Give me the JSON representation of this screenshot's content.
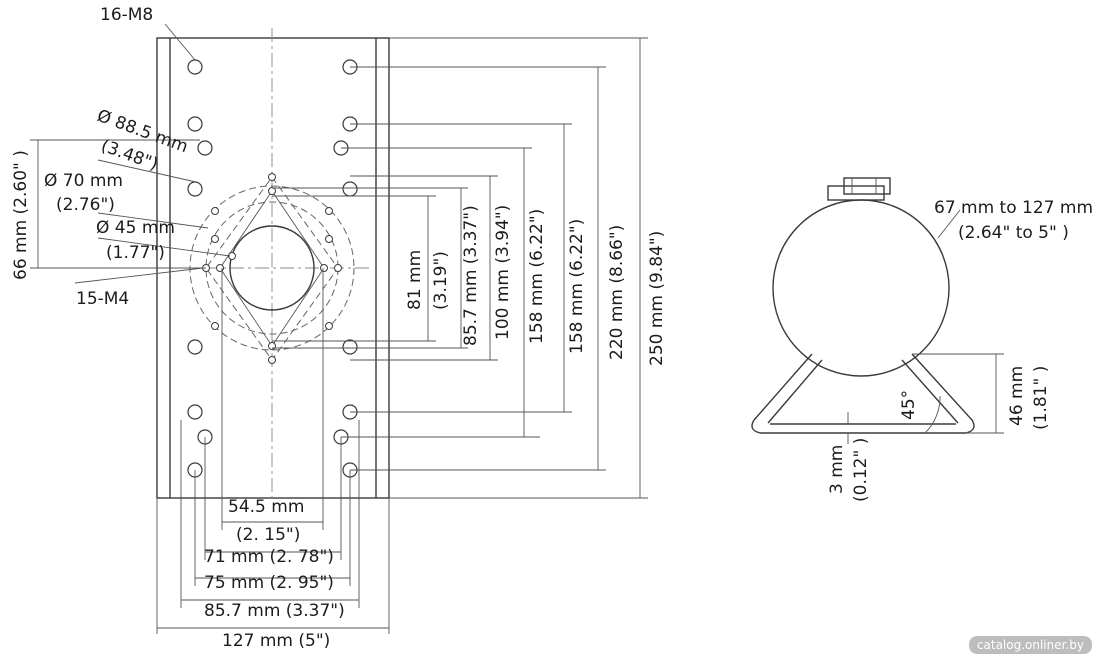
{
  "labels": {
    "holes_m8": "16-M8",
    "d88_mm": "Ø 88.5 mm",
    "d88_in": "(3.48\")",
    "d70_mm": "Ø 70 mm",
    "d70_in": "(2.76\")",
    "d45_mm": "Ø 45 mm",
    "d45_in": "(1.77\")",
    "holes_m4": "15-M4",
    "v66": "66 mm (2.60\" )",
    "v81_mm": "81 mm",
    "v81_in": "(3.19\")",
    "v85": "85.7 mm (3.37\")",
    "v100": "100 mm (3.94\")",
    "v158a": "158 mm (6.22\")",
    "v158b": "158 mm (6.22\")",
    "v220": "220 mm (8.66\")",
    "v250": "250 mm (9.84\")",
    "h54_mm": "54.5 mm",
    "h54_in": "(2. 15\")",
    "h71": "71 mm (2. 78\")",
    "h75": "75 mm (2. 95\")",
    "h85": "85.7 mm (3.37\")",
    "h127": "127 mm (5\")",
    "pole_range": "67 mm to 127 mm",
    "pole_range_in": "(2.64\" to 5\" )",
    "angle": "45°",
    "h46_mm": "46 mm",
    "h46_in": "(1.81\" )",
    "t3_mm": "3 mm",
    "t3_in": "(0.12\" )"
  },
  "watermark": "catalog.onliner.by"
}
